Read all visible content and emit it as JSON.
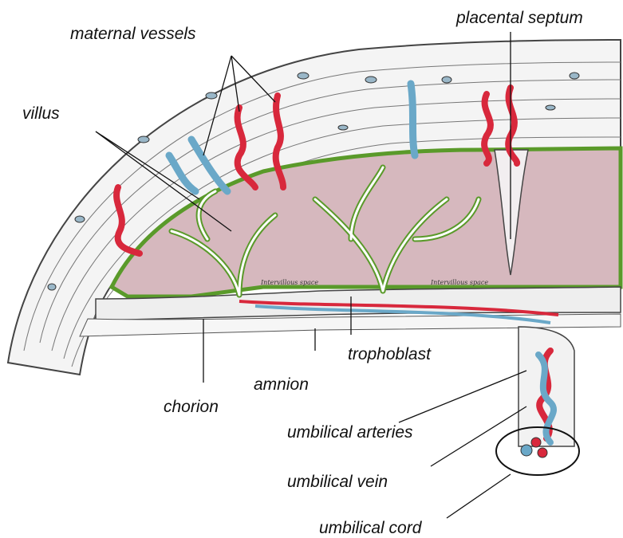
{
  "diagram": {
    "labels": {
      "maternal_vessels": "maternal vessels",
      "placental_septum": "placental septum",
      "villus": "villus",
      "trophoblast": "trophoblast",
      "amnion": "amnion",
      "chorion": "chorion",
      "umbilical_arteries": "umbilical arteries",
      "umbilical_vein": "umbilical vein",
      "umbilical_cord": "umbilical cord"
    },
    "embedded_text": {
      "intervillous_space_1": "Intervillous space",
      "intervillous_space_2": "Intervillous space"
    },
    "colors": {
      "artery": "#d8283c",
      "vein": "#6aa8c8",
      "trophoblast": "#5a9a2a",
      "intervillous": "#d6b8be",
      "tissue_line": "#555555"
    }
  }
}
